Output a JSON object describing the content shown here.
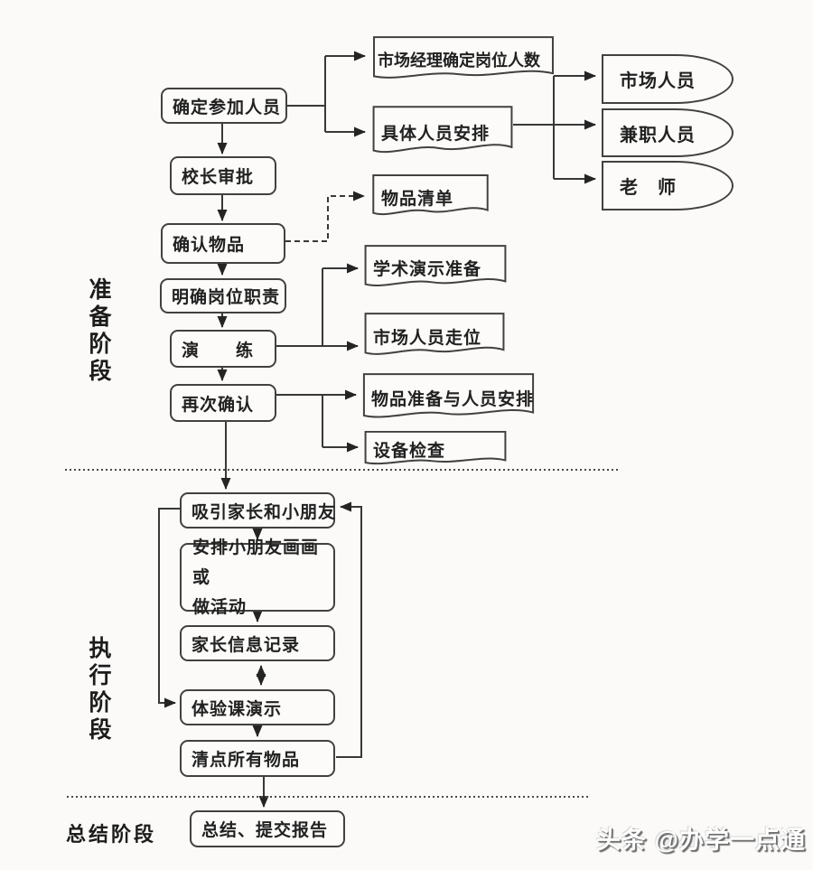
{
  "diagram": {
    "title_hint": "activity planning flowchart",
    "phase_labels": {
      "prep": "准备阶段",
      "exec": "执行阶段",
      "summary": "总结阶段"
    },
    "process_nodes": {
      "confirm_participants": "确定参加人员",
      "principal_approval": "校长审批",
      "confirm_items": "确认物品",
      "clarify_duties": "明确岗位职责",
      "rehearsal": "演　　练",
      "reconfirm": "再次确认",
      "attract_parents_kids": "吸引家长和小朋友",
      "arrange_kids_line1": "安排小朋友画画或",
      "arrange_kids_line2": "做活动",
      "parent_info_record": "家长信息记录",
      "trial_class_demo": "体验课演示",
      "count_all_items": "清点所有物品",
      "summary_report": "总结、提交报告"
    },
    "document_nodes": {
      "manager_headcount": "市场经理确定岗位人数",
      "staffing_plan": "具体人员安排",
      "item_list": "物品清单",
      "academic_demo_prep": "学术演示准备",
      "market_staff_positioning": "市场人员走位",
      "items_and_staffing": "物品准备与人员安排",
      "equipment_check": "设备检查"
    },
    "role_nodes": {
      "market_staff": "市场人员",
      "part_time_staff": "兼职人员",
      "teacher": "老　师"
    }
  },
  "watermark": "头条 @办学一点通",
  "colors": {
    "line": "#383838",
    "border": "#414141",
    "text": "#212121",
    "background": "#fbfaf8",
    "watermark_text": "#ffffff",
    "watermark_shadow": "#6e6e6e"
  }
}
